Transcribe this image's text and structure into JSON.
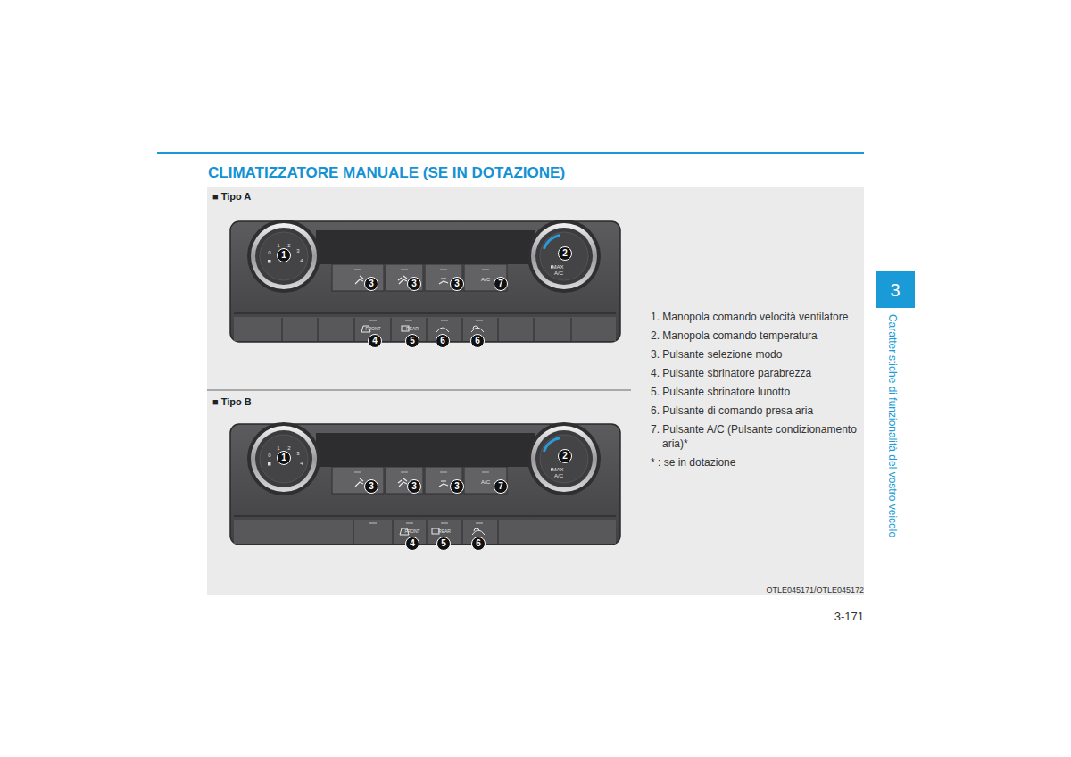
{
  "diagram": {
    "title": "CLIMATIZZATORE MANUALE (SE IN DOTAZIONE)",
    "nodes": [
      {
        "text": [
          "3"
        ]
      }
    ],
    "labels": [
      "■ Tipo A",
      "0",
      "1",
      "2",
      "3",
      "4",
      "MAX",
      "A/C",
      "A/C",
      "FRONT",
      "REAR",
      "1",
      "2",
      "3",
      "3",
      "3",
      "7",
      "4",
      "5",
      "6",
      "6",
      "■ Tipo B",
      "0",
      "1",
      "2",
      "3",
      "4",
      "MAX",
      "A/C",
      "A/C",
      "FRONT",
      "REAR",
      "1",
      "2",
      "3",
      "3",
      "3",
      "7",
      "4",
      "5",
      "6",
      "1. Manopola comando velocità ventilatore",
      "2. Manopola comando temperatura",
      "3. Pulsante selezione modo",
      "4. Pulsante sbrinatore parabrezza",
      "5. Pulsante sbrinatore lunotto",
      "6. Pulsante di comando presa aria",
      "7. Pulsante A/C (Pulsante condizionamento aria)*",
      "* : se in dotazione",
      "Caratteristiche di funzionalità del vostro veicolo",
      "OTLE045171/OTLE045172",
      "3-171"
    ]
  }
}
